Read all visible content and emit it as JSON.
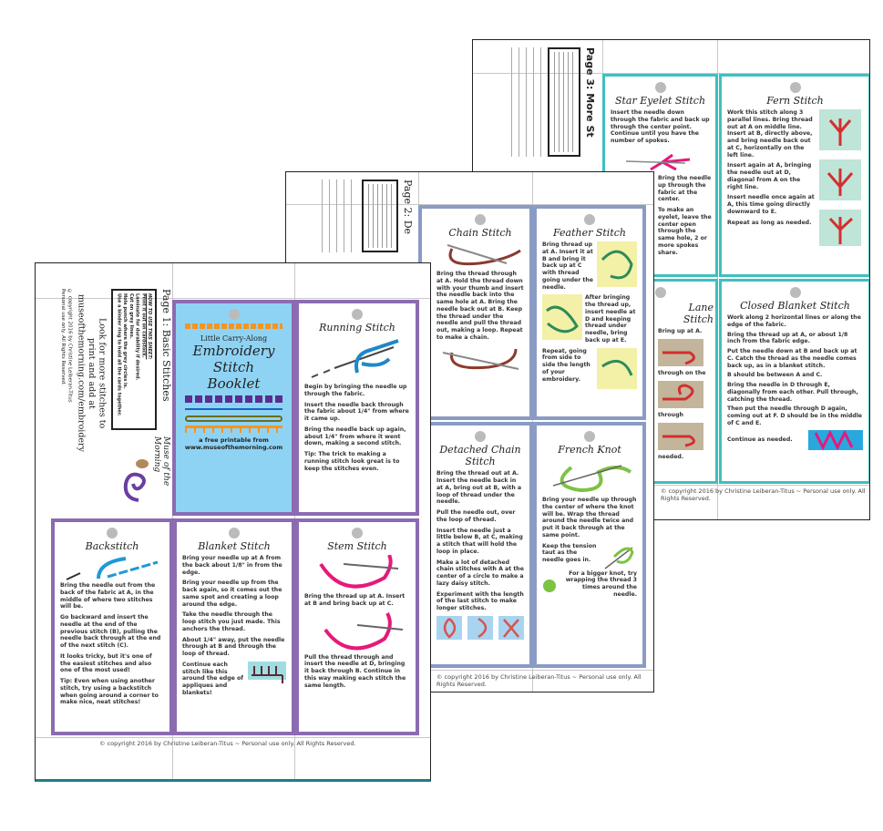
{
  "colors": {
    "page1_border": "#8c6bb1",
    "page2_border": "#8a9cc4",
    "page3_border": "#3fbfbf",
    "cover_bg": "#8fd3f4"
  },
  "footer": "© copyright 2016 by Christine Leiberan-Titus ~ Personal use only. All Rights Reserved.",
  "sidebar": {
    "how_title": "HOW TO USE THIS SHEET:",
    "how_lines": "Print it out on cardstock.\nLaminate for durability if desired.\nCut on grey lines.\nHole punch where the grey circles is.\nUse a binder ring to hold all the cards together.",
    "look": "Look for more stitches to\nprint and add at\nmuseofthemorning.com/embroidery",
    "copyright": "© copyright 2016 by Christine Leiberan-Titus\nPersonal use only. All Rights Reserved.",
    "logo": "Muse of the Morning"
  },
  "page1": {
    "title": "Page 1: Basic Stitches",
    "cover": {
      "small": "Little Carry-Along",
      "line1": "Embroidery",
      "line2": "Stitch",
      "line3": "Booklet",
      "sub1": "a free printable from",
      "sub2": "www.museofthemorning.com"
    },
    "running": {
      "title": "Running Stitch",
      "p1": "Begin by bringing the needle up through the fabric.",
      "p2": "Insert the needle back through the fabric about 1/4\" from where it came up.",
      "p3": "Bring the needle back up again, about 1/4\" from where it went down, making a second stitch.",
      "p4": "Tip: The trick to making a running stitch look great is to keep the stitches even."
    },
    "backstitch": {
      "title": "Backstitch",
      "p1": "Bring the needle out from the back of the fabric at A, in the middle of where two stitches will be.",
      "p2": "Go backward and insert the needle at the end of the previous stitch (B), pulling the needle back through at the end of the next stitch (C).",
      "p3": "It looks tricky, but it's one of the easiest stitches and also one of the most used!",
      "p4": "Tip: Even when using another stitch, try using a backstitch when going around a corner to make nice, neat stitches!"
    },
    "blanket": {
      "title": "Blanket Stitch",
      "p1": "Bring your needle up at A from the back about 1/8\" in from the edge.",
      "p2": "Bring your needle up from the back again, so it comes out the same spot and creating a loop around the edge.",
      "p3": "Take the needle through the loop stitch you just made. This anchors the thread.",
      "p4": "About 1/4\" away, put the needle through at B and through the loop of thread.",
      "p5": "Continue each stitch like this around the edge of appliques and blankets!"
    },
    "stem": {
      "title": "Stem Stitch",
      "p1": "Bring the thread up at A. Insert at B and bring back up at C.",
      "p2": "Pull the thread through and insert the needle at D, bringing it back through B. Continue in this way making each stitch the same length."
    }
  },
  "page2": {
    "title": "Page 2: De",
    "chain": {
      "title": "Chain Stitch",
      "p1": "Bring the thread through at A. Hold the thread down with your thumb and insert the needle back into the same hole at A. Bring the needle back out at B. Keep the thread under the needle and pull the thread out, making a loop. Repeat to make a chain."
    },
    "feather": {
      "title": "Feather Stitch",
      "p1": "Bring thread up at A. Insert it at B and bring it back up at C with thread going under the needle.",
      "p2": "After bringing the thread up, insert needle at D and keeping thread under needle, bring back up at E.",
      "p3": "Repeat, going from side to side the length of your embroidery."
    },
    "detached": {
      "title": "Detached Chain Stitch",
      "p1": "Bring the thread out at A. Insert the needle back in at A, bring out at B, with a loop of thread under the needle.",
      "p2": "Pull the needle out, over the loop of thread.",
      "p3": "Insert the needle just a little below B, at C, making a stitch that will hold the loop in place.",
      "p4": "Make a lot of detached chain stitches with A at the center of a circle to make a lazy daisy stitch.",
      "p5": "Experiment with the length of the last stitch to make longer stitches."
    },
    "french": {
      "title": "French Knot",
      "p1": "Bring your needle up through the center of where the knot will be. Wrap the thread around the needle twice and put it back through at the same point.",
      "p2": "Keep the tension taut as the needle goes in.",
      "p3": "For a bigger knot, try wrapping the thread 3 times around the needle."
    }
  },
  "page3": {
    "title": "Page 3: More St",
    "star": {
      "title": "Star Eyelet Stitch",
      "p1": "Bring the needle up through the fabric at the center.",
      "p2": "Insert the needle down through the fabric and back up through the center point. Continue until you have the number of spokes.",
      "p3": "To make an eyelet, leave the center open through the same hole, 2 or more spokes share."
    },
    "fern": {
      "title": "Fern Stitch",
      "p1": "Work this stitch along 3 parallel lines. Bring thread out at A on middle line. Insert at B, directly above, and bring needle back out at C, horizontally on the left line.",
      "p2": "Insert again at A, bringing the needle out at D, diagonal from A on the right line.",
      "p3": "Insert needle once again at A, this time going directly downward to E.",
      "p4": "Repeat as long as needed."
    },
    "lane": {
      "title": "Lane Stitch",
      "p1": "Bring up at A.",
      "p2": "through on the",
      "p3": "through",
      "p4": "needed."
    },
    "closed": {
      "title": "Closed Blanket Stitch",
      "p1": "Work along 2 horizontal lines or along the edge of the fabric.",
      "p2": "Bring the thread up at A, or about 1/8 inch from the fabric edge.",
      "p3": "Put the needle down at B and back up at C. Catch the thread as the needle comes back up, as in a blanket stitch.",
      "p4": "B should be between A and C.",
      "p5": "Bring the needle in D through E, diagonally from each other. Pull through, catching the thread.",
      "p6": "Then put the needle through D again, coming out at F. D should be in the middle of C and E.",
      "p7": "Continue as needed."
    }
  }
}
